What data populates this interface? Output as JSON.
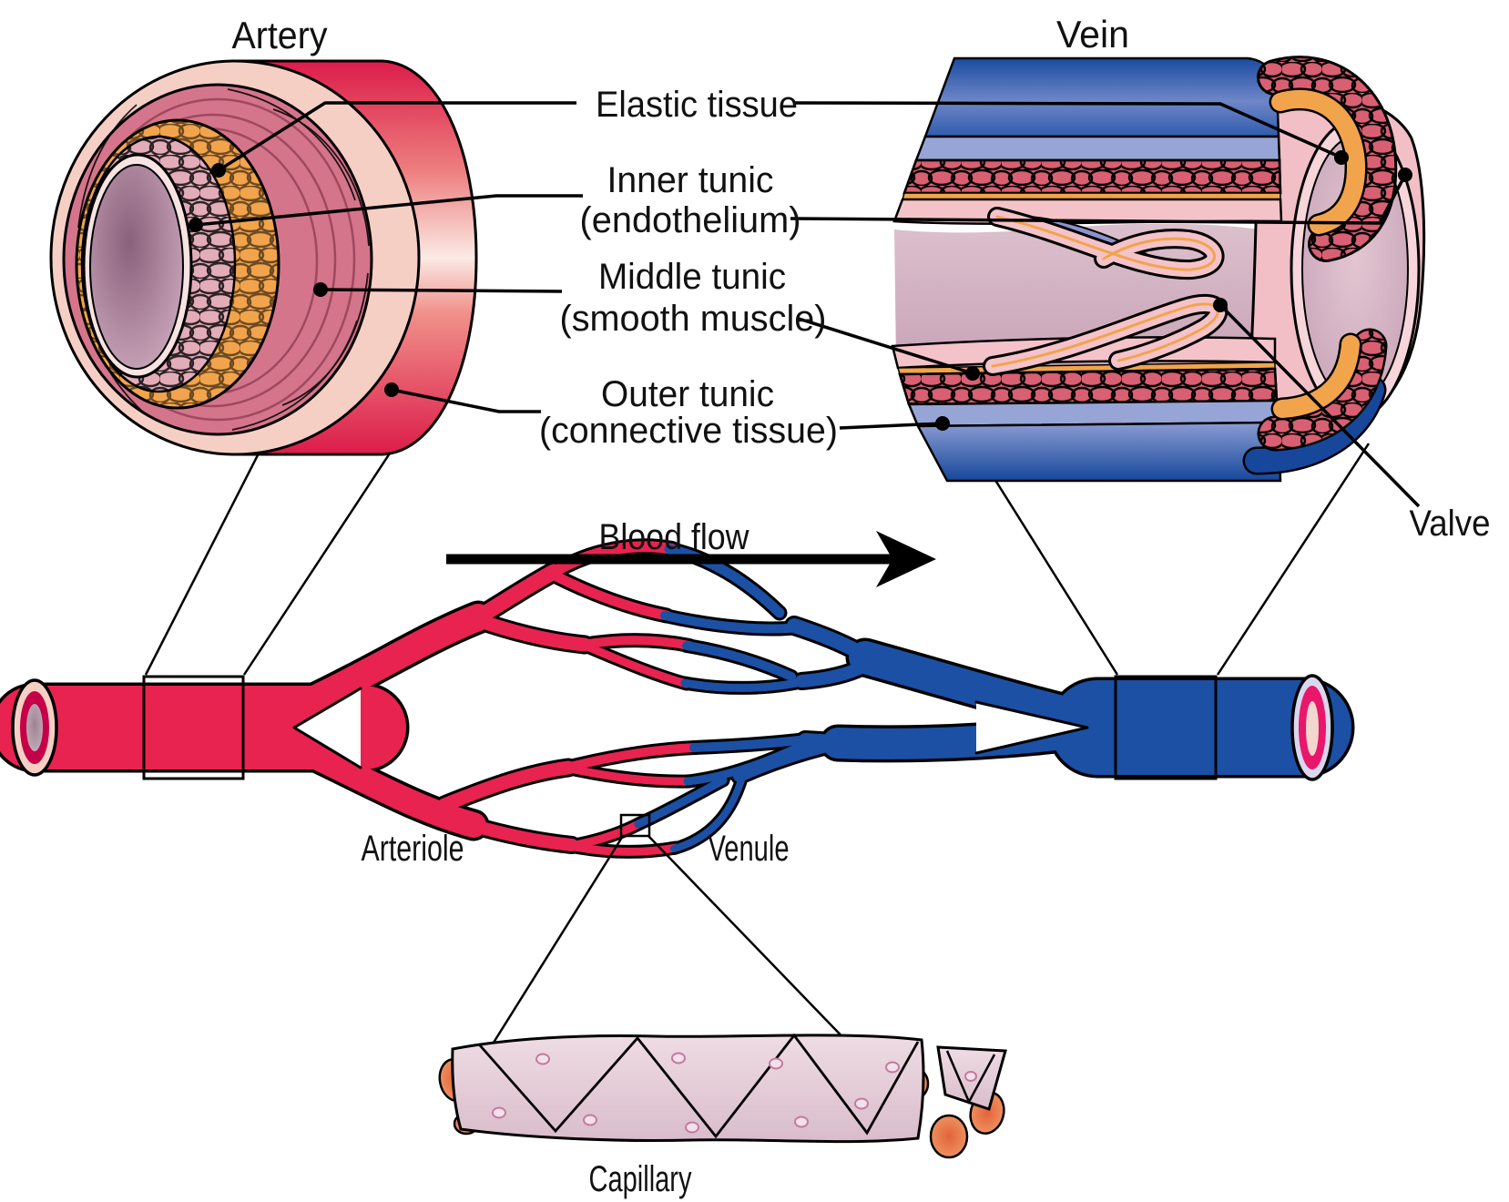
{
  "diagram": {
    "type": "anatomy-blood-vessels",
    "titles": {
      "artery": "Artery",
      "vein": "Vein"
    },
    "annotations": {
      "elastic_tissue": {
        "label": "Elastic tissue"
      },
      "inner_tunic": {
        "label": "Inner tunic",
        "sub": "(endothelium)"
      },
      "middle_tunic": {
        "label": "Middle tunic",
        "sub": "(smooth muscle)"
      },
      "outer_tunic": {
        "label": "Outer tunic",
        "sub": "(connective tissue)"
      },
      "valve": {
        "label": "Valve"
      }
    },
    "flow": {
      "label": "Blood flow",
      "direction": "left-to-right"
    },
    "vessels": {
      "arteriole": "Arteriole",
      "venule": "Venule",
      "capillary": "Capillary"
    },
    "colors": {
      "artery_red": "#E8234F",
      "vein_blue": "#1B50A5",
      "periwinkle": "#97A5D6",
      "muscle_rose": "#D4758B",
      "cobble_red": "#D95F72",
      "elastic_orange": "#F2A44C",
      "endothelium_pink": "#E3ACB9",
      "wall_pink": "#F2BFC6",
      "outer_ring_pink": "#F6CFC4",
      "lumen_mauve": "#A07C92",
      "magenta_ring": "#C50048",
      "rbc_orange": "#E2643A",
      "outline_black": "#000000"
    }
  }
}
